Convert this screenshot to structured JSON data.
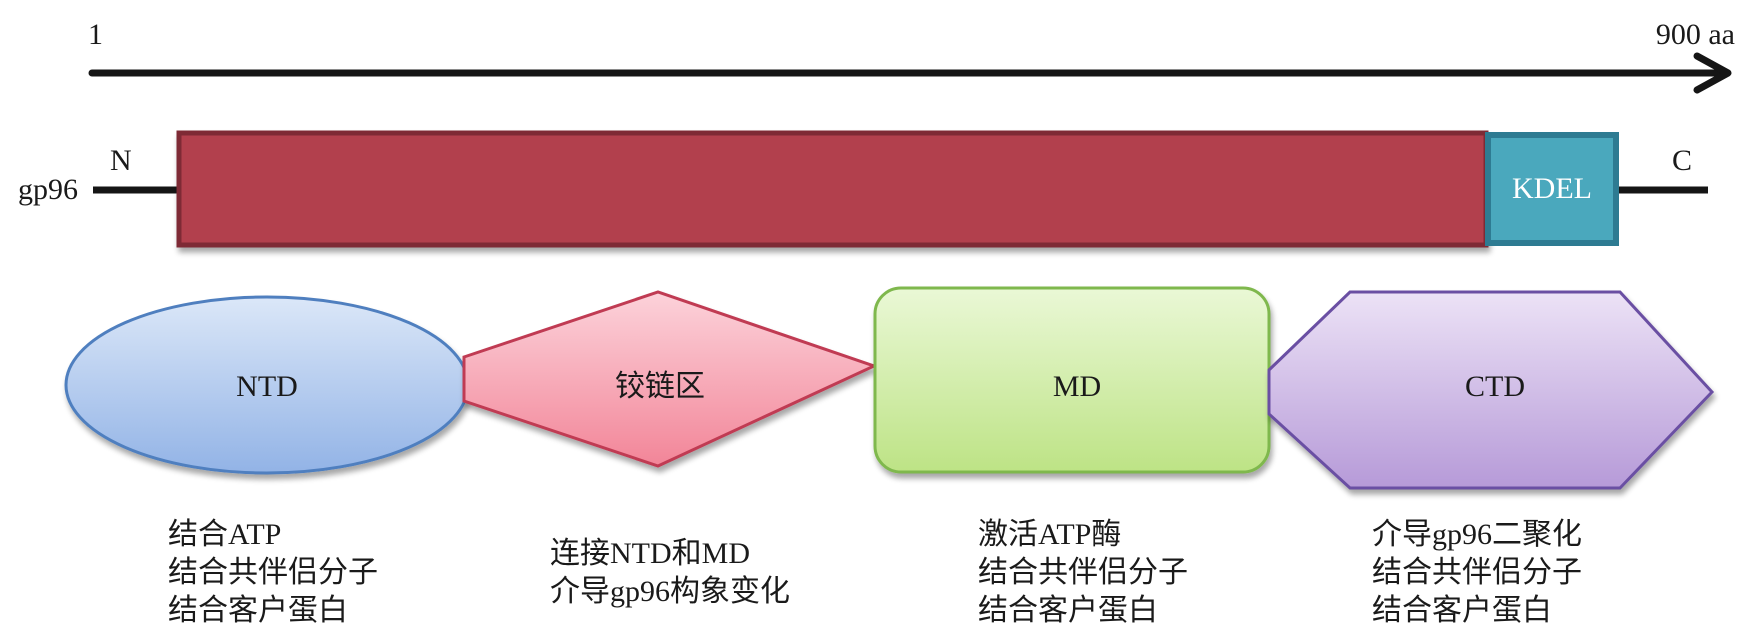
{
  "axis": {
    "start_label": "1",
    "end_label": "900 aa"
  },
  "protein": {
    "name": "gp96",
    "n_label": "N",
    "c_label": "C",
    "body_color": "#b2404e",
    "kdel_label": "KDEL",
    "kdel_color": "#4aa8bd"
  },
  "domains": {
    "ntd": {
      "label": "NTD",
      "color": "#a9c4ec",
      "functions": [
        "结合ATP",
        "结合共伴侣分子",
        "结合客户蛋白"
      ]
    },
    "hinge": {
      "label": "铰链区",
      "color": "#f5a3b2",
      "functions": [
        "连接NTD和MD",
        "介导gp96构象变化"
      ]
    },
    "md": {
      "label": "MD",
      "color": "#cdeca0",
      "functions": [
        "激活ATP酶",
        "结合共伴侣分子",
        "结合客户蛋白"
      ]
    },
    "ctd": {
      "label": "CTD",
      "color": "#cfb6e4",
      "functions": [
        "介导gp96二聚化",
        "结合共伴侣分子",
        "结合客户蛋白"
      ]
    }
  }
}
